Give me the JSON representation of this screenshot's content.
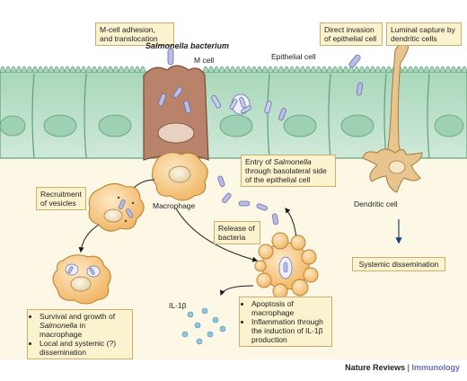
{
  "labels": {
    "box_mcell_adhesion": "M-cell adhesion, and translocation",
    "salmonella_bacterium": "Salmonella bacterium",
    "m_cell": "M cell",
    "epithelial_cell": "Epithelial cell",
    "box_direct_invasion": "Direct invasion of epithelial cell",
    "box_luminal_capture": "Luminal capture by dendritic cells",
    "box_entry_basolateral": {
      "part1": "Entry of ",
      "italic": "Salmonella",
      "part2": " through basolateral side of the epithelial cell"
    },
    "macrophage": "Macrophage",
    "dendritic_cell": "Dendritic cell",
    "box_recruitment": "Recruitment of vesicles",
    "box_release": "Release of bacteria",
    "box_systemic": "Systemic dissemination",
    "il1b": "IL-1β",
    "box_apoptosis": [
      "Apoptosis of macrophage",
      "Inflammation through the induction of IL-1β production"
    ],
    "box_survival": {
      "item1_pre": "Survival and growth of ",
      "item1_italic": "Salmonella",
      "item1_post": " in macrophage",
      "item2": "Local and systemic (?) dissemination"
    }
  },
  "credit": {
    "publisher": "Nature Reviews",
    "separator": "|",
    "journal": "Immunology"
  },
  "colors": {
    "epithelium": "#bfe0cc",
    "epithelium_border": "#5f9f7a",
    "nucleus": "#9ed0b3",
    "mcell": "#b9826a",
    "macrophage": "#f5c98a",
    "dendritic": "#e8c48e",
    "bacterium": "#b9bde6",
    "box_fill": "#fbf3cf",
    "lamina": "#fdf8e6"
  }
}
